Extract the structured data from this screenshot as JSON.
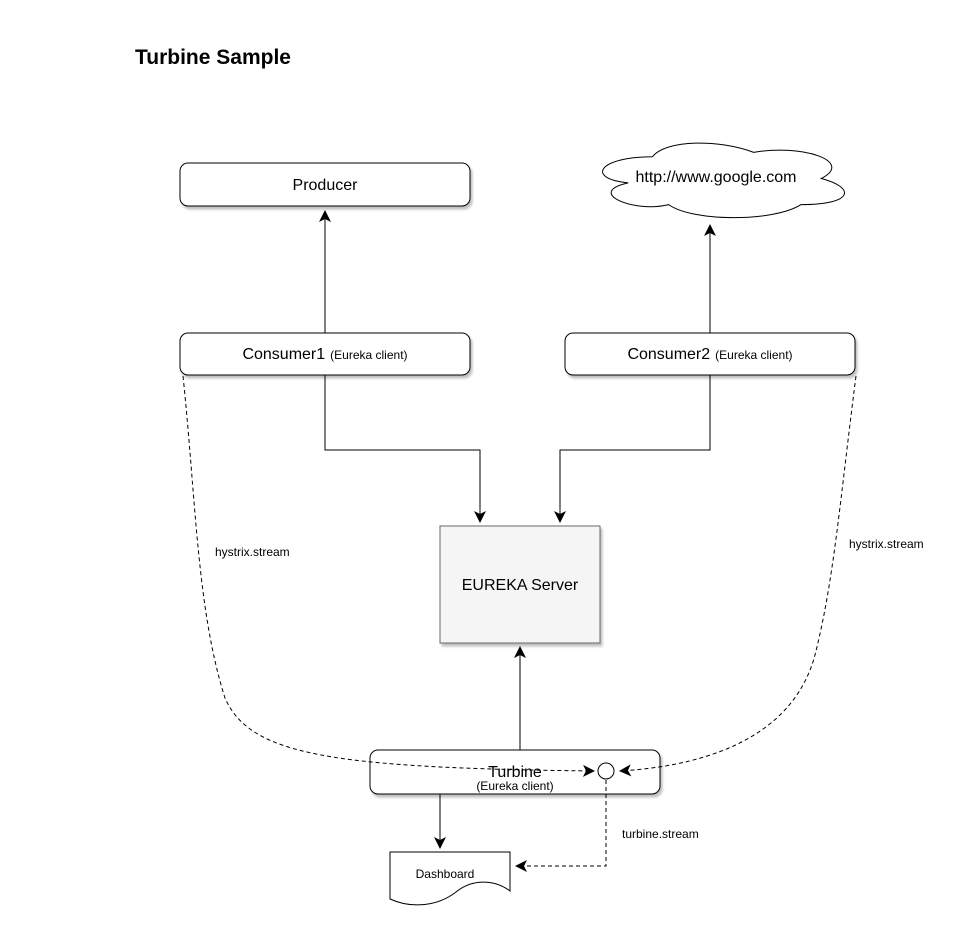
{
  "title": "Turbine Sample",
  "nodes": {
    "producer": {
      "label": "Producer"
    },
    "google_cloud": {
      "label": "http://www.google.com"
    },
    "consumer1": {
      "label": "Consumer1",
      "sublabel": "(Eureka client)"
    },
    "consumer2": {
      "label": "Consumer2",
      "sublabel": "(Eureka client)"
    },
    "eureka_server": {
      "label": "EUREKA Server"
    },
    "turbine": {
      "label": "Turbine",
      "sublabel": "(Eureka client)"
    },
    "dashboard": {
      "label": "Dashboard"
    }
  },
  "edge_labels": {
    "hystrix_left": "hystrix.stream",
    "hystrix_right": "hystrix.stream",
    "turbine_stream": "turbine.stream"
  },
  "connections": [
    {
      "from": "consumer1",
      "to": "producer",
      "style": "solid-arrow"
    },
    {
      "from": "consumer2",
      "to": "google_cloud",
      "style": "solid-arrow"
    },
    {
      "from": "consumer1",
      "to": "eureka_server",
      "style": "solid-arrow"
    },
    {
      "from": "consumer2",
      "to": "eureka_server",
      "style": "solid-arrow"
    },
    {
      "from": "turbine",
      "to": "eureka_server",
      "style": "solid-arrow"
    },
    {
      "from": "turbine",
      "to": "dashboard",
      "style": "solid-arrow"
    },
    {
      "from": "consumer1",
      "to": "turbine-junction",
      "style": "dashed-arrow",
      "label": "hystrix.stream"
    },
    {
      "from": "consumer2",
      "to": "turbine-junction",
      "style": "dashed-arrow",
      "label": "hystrix.stream"
    },
    {
      "from": "turbine-junction",
      "to": "dashboard",
      "style": "dashed-arrow",
      "label": "turbine.stream"
    }
  ],
  "colors": {
    "background": "#ffffff",
    "node_fill": "#ffffff",
    "node_stroke": "#000000",
    "eureka_fill": "#f5f5f5",
    "eureka_stroke": "#666666",
    "line": "#000000",
    "text": "#000000"
  }
}
